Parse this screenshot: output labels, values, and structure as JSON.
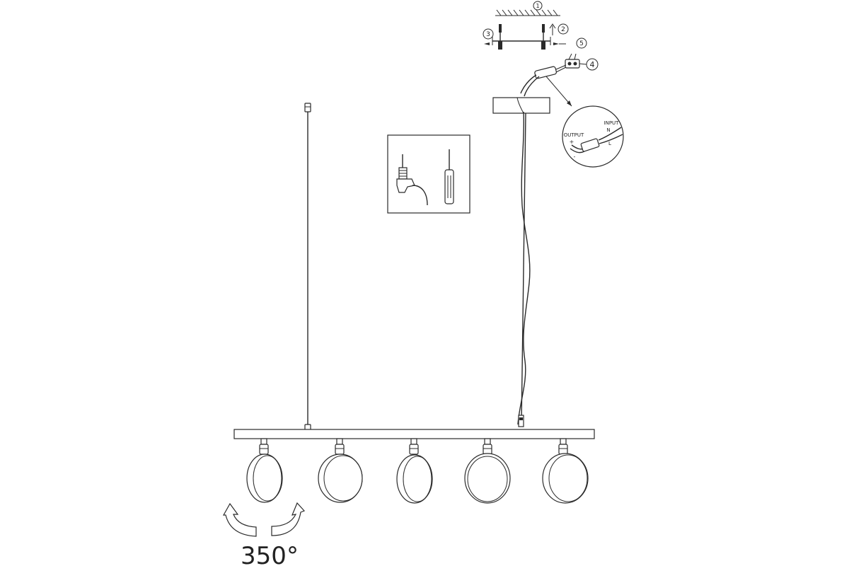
{
  "callouts": {
    "c1": "1",
    "c2": "2",
    "c3": "3",
    "c4": "4",
    "c5": "5"
  },
  "wiring": {
    "input": "INPUT",
    "n": "N",
    "l": "L",
    "output": "OUTPUT",
    "plus": "+",
    "minus": "-"
  },
  "rotation_label": "350°",
  "spotlight_count": 5
}
